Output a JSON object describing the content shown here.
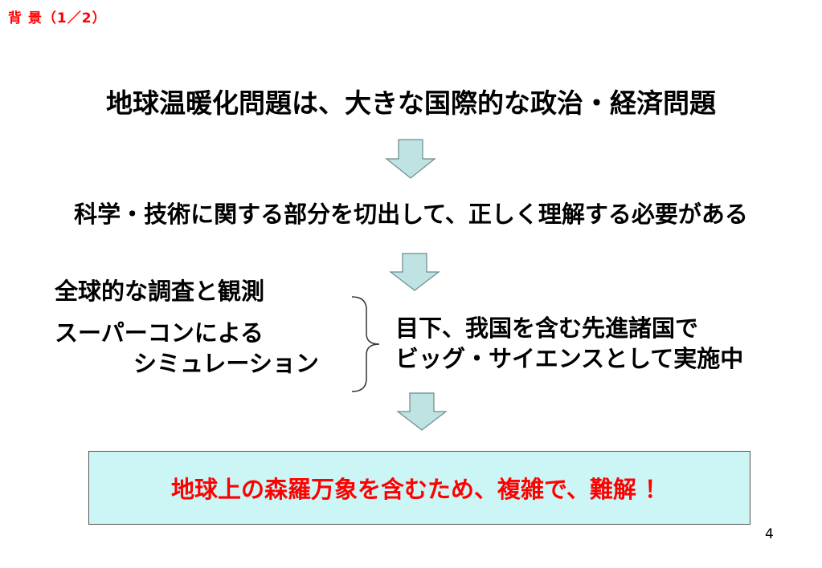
{
  "header": {
    "title": "背 景（1／2）"
  },
  "main": {
    "headline": "地球温暖化問題は、大きな国際的な政治・経済問題",
    "statement": "科学・技術に関する部分を切出して、正しく理解する必要がある",
    "methods": {
      "item1": "全球的な調査と観測",
      "item2_line1": "スーパーコンによる",
      "item2_line2": "シミュレーション"
    },
    "status": {
      "line1": "目下、我国を含む先進諸国で",
      "line2": "ビッグ・サイエンスとして実施中"
    },
    "conclusion": "地球上の森羅万象を含むため、複雑で、難解 ！"
  },
  "footer": {
    "page_number": "4"
  },
  "colors": {
    "accent": "#ff0000",
    "arrow_fill": "#bfe3e3",
    "box_fill": "#ccf5f5",
    "text": "#000000"
  }
}
